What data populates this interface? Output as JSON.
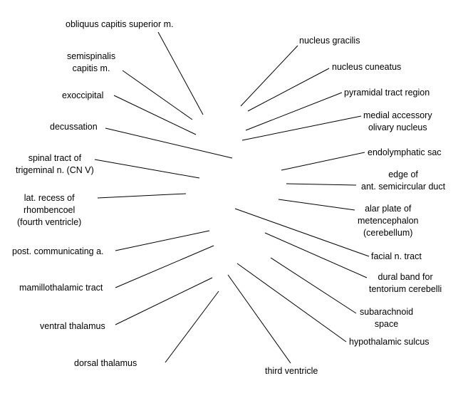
{
  "labels": {
    "obliquus": [
      "obliquus capitis superior m."
    ],
    "semispinalis": [
      "semispinalis",
      "capitis m."
    ],
    "exoccipital": [
      "exoccipital"
    ],
    "decussation": [
      "decussation"
    ],
    "spinal_tract": [
      "spinal tract of",
      "trigeminal n. (CN V)"
    ],
    "lat_recess": [
      "lat. recess of",
      "rhombencoel",
      "(fourth ventricle)"
    ],
    "post_comm": [
      "post. communicating a."
    ],
    "mamillothalamic": [
      "mamillothalamic tract"
    ],
    "ventral_thalamus": [
      "ventral thalamus"
    ],
    "dorsal_thalamus": [
      "dorsal thalamus"
    ],
    "third_ventricle": [
      "third ventricle"
    ],
    "hypothalamic": [
      "hypothalamic sulcus"
    ],
    "subarachnoid": [
      "subarachnoid",
      "space"
    ],
    "dural_band": [
      "dural band for",
      "tentorium cerebelli"
    ],
    "facial": [
      "facial n. tract"
    ],
    "alar_plate": [
      "alar plate of",
      "metencephalon",
      "(cerebellum)"
    ],
    "edge": [
      "edge of",
      "ant. semicircular duct"
    ],
    "endolymphatic": [
      "endolymphatic sac"
    ],
    "medial_accessory": [
      "medial accessory",
      "olivary nucleus"
    ],
    "pyramidal": [
      "pyramidal tract region"
    ],
    "cuneatus": [
      "nucleus cuneatus"
    ],
    "gracilis": [
      "nucleus gracilis"
    ]
  }
}
